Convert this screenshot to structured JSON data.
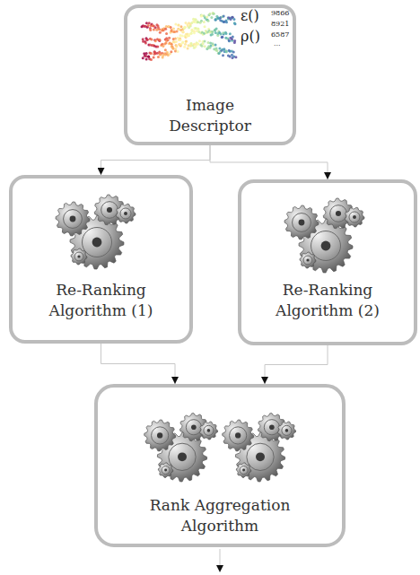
{
  "diagram": {
    "nodes": [
      {
        "text": [
          "Image Descriptor"
        ]
      },
      {
        "text": [
          "Re-Ranking Algorithm (1)"
        ]
      },
      {
        "text": [
          "Re-Ranking Algorithm (2)"
        ]
      },
      {
        "text": [
          "Rank Aggregation Algorithm"
        ]
      }
    ],
    "edges": [
      {
        "from": 0,
        "to": 1,
        "arrow": "to"
      },
      {
        "from": 0,
        "to": 2,
        "arrow": "to"
      },
      {
        "from": 1,
        "to": 3,
        "arrow": "to"
      },
      {
        "from": 2,
        "to": 3,
        "arrow": "to"
      }
    ],
    "labels": [
      "ε()",
      "ρ()",
      "9866",
      "8921",
      "6587",
      "..."
    ]
  }
}
